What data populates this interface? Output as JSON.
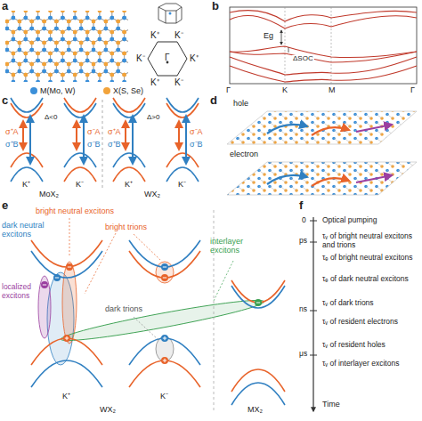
{
  "diagram": {
    "labels": [
      "a",
      "K⁺",
      "K⁻",
      "K⁻",
      "Γ",
      "K⁺",
      "K⁺",
      "K⁻",
      "b",
      "Eg",
      "ΔSOC",
      "Γ",
      "K",
      "M",
      "Γ",
      "c",
      "σ⁺A",
      "σ⁺B",
      "Δ<0",
      "σ⁻A",
      "σ⁻B",
      "K⁺",
      "K⁻",
      "MoX₂",
      "σ⁺A",
      "σ⁺B",
      "Δ>0",
      "σ⁻A",
      "σ⁻B",
      "K⁺",
      "K⁻",
      "WX₂",
      "d",
      "hole",
      "electron",
      "e",
      "bright neutral excitons",
      "dark neutral excitons",
      "bright trions",
      "localized excitons",
      "interlayer excitons",
      "dark trions",
      "WX₂",
      "MX₂",
      "K⁺",
      "K⁻",
      "f",
      "0",
      "Optical pumping",
      "ps",
      "τᵥ of bright neutral excitons and trions",
      "τₑ of bright neutral excitons",
      "τₑ of dark neutral excitons",
      "ns",
      "τᵥ of dark trions",
      "τᵥ of resident electrons",
      "μs",
      "τᵥ of resident holes",
      "τᵥ of interlayer excitons",
      "Time"
    ],
    "legend": [
      {
        "text": "M(Mo, W)",
        "color": "#3b8fd9"
      },
      {
        "text": "X(S, Se)",
        "color": "#f2a33a"
      }
    ]
  }
}
